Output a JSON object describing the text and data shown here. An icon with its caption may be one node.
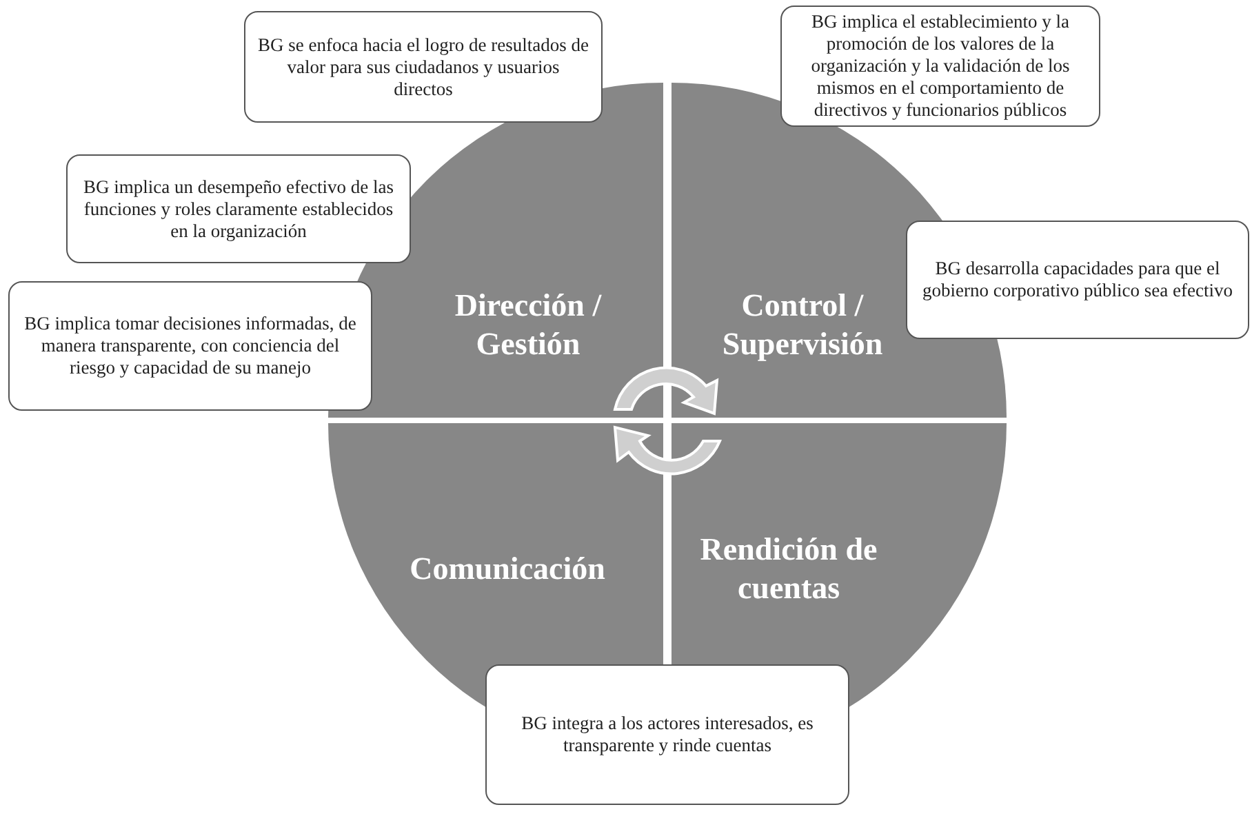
{
  "diagram": {
    "nodes": [
      {
        "text": [
          "Dirección / Gestión"
        ]
      },
      {
        "text": [
          "Control / Supervisión"
        ]
      },
      {
        "text": [
          "Comunicación"
        ]
      },
      {
        "text": [
          "Rendición de cuentas"
        ]
      },
      {
        "text": [
          "BG se enfoca hacia el logro de resultados de valor para sus ciudadanos y usuarios directos"
        ]
      },
      {
        "text": [
          "BG implica el establecimiento y la promoción de los valores de la organización y la validación de los mismos en el comportamiento de directivos y funcionarios públicos"
        ]
      },
      {
        "text": [
          "BG implica un desempeño efectivo de las funciones y roles claramente establecidos en la organización"
        ]
      },
      {
        "text": [
          "BG desarrolla capacidades para que el gobierno corporativo público sea efectivo"
        ]
      },
      {
        "text": [
          "BG implica tomar decisiones informadas, de manera transparente, con conciencia del riesgo y capacidad de su manejo"
        ]
      },
      {
        "text": [
          "BG integra a los actores interesados, es transparente y rinde cuentas"
        ]
      }
    ],
    "edges": []
  }
}
